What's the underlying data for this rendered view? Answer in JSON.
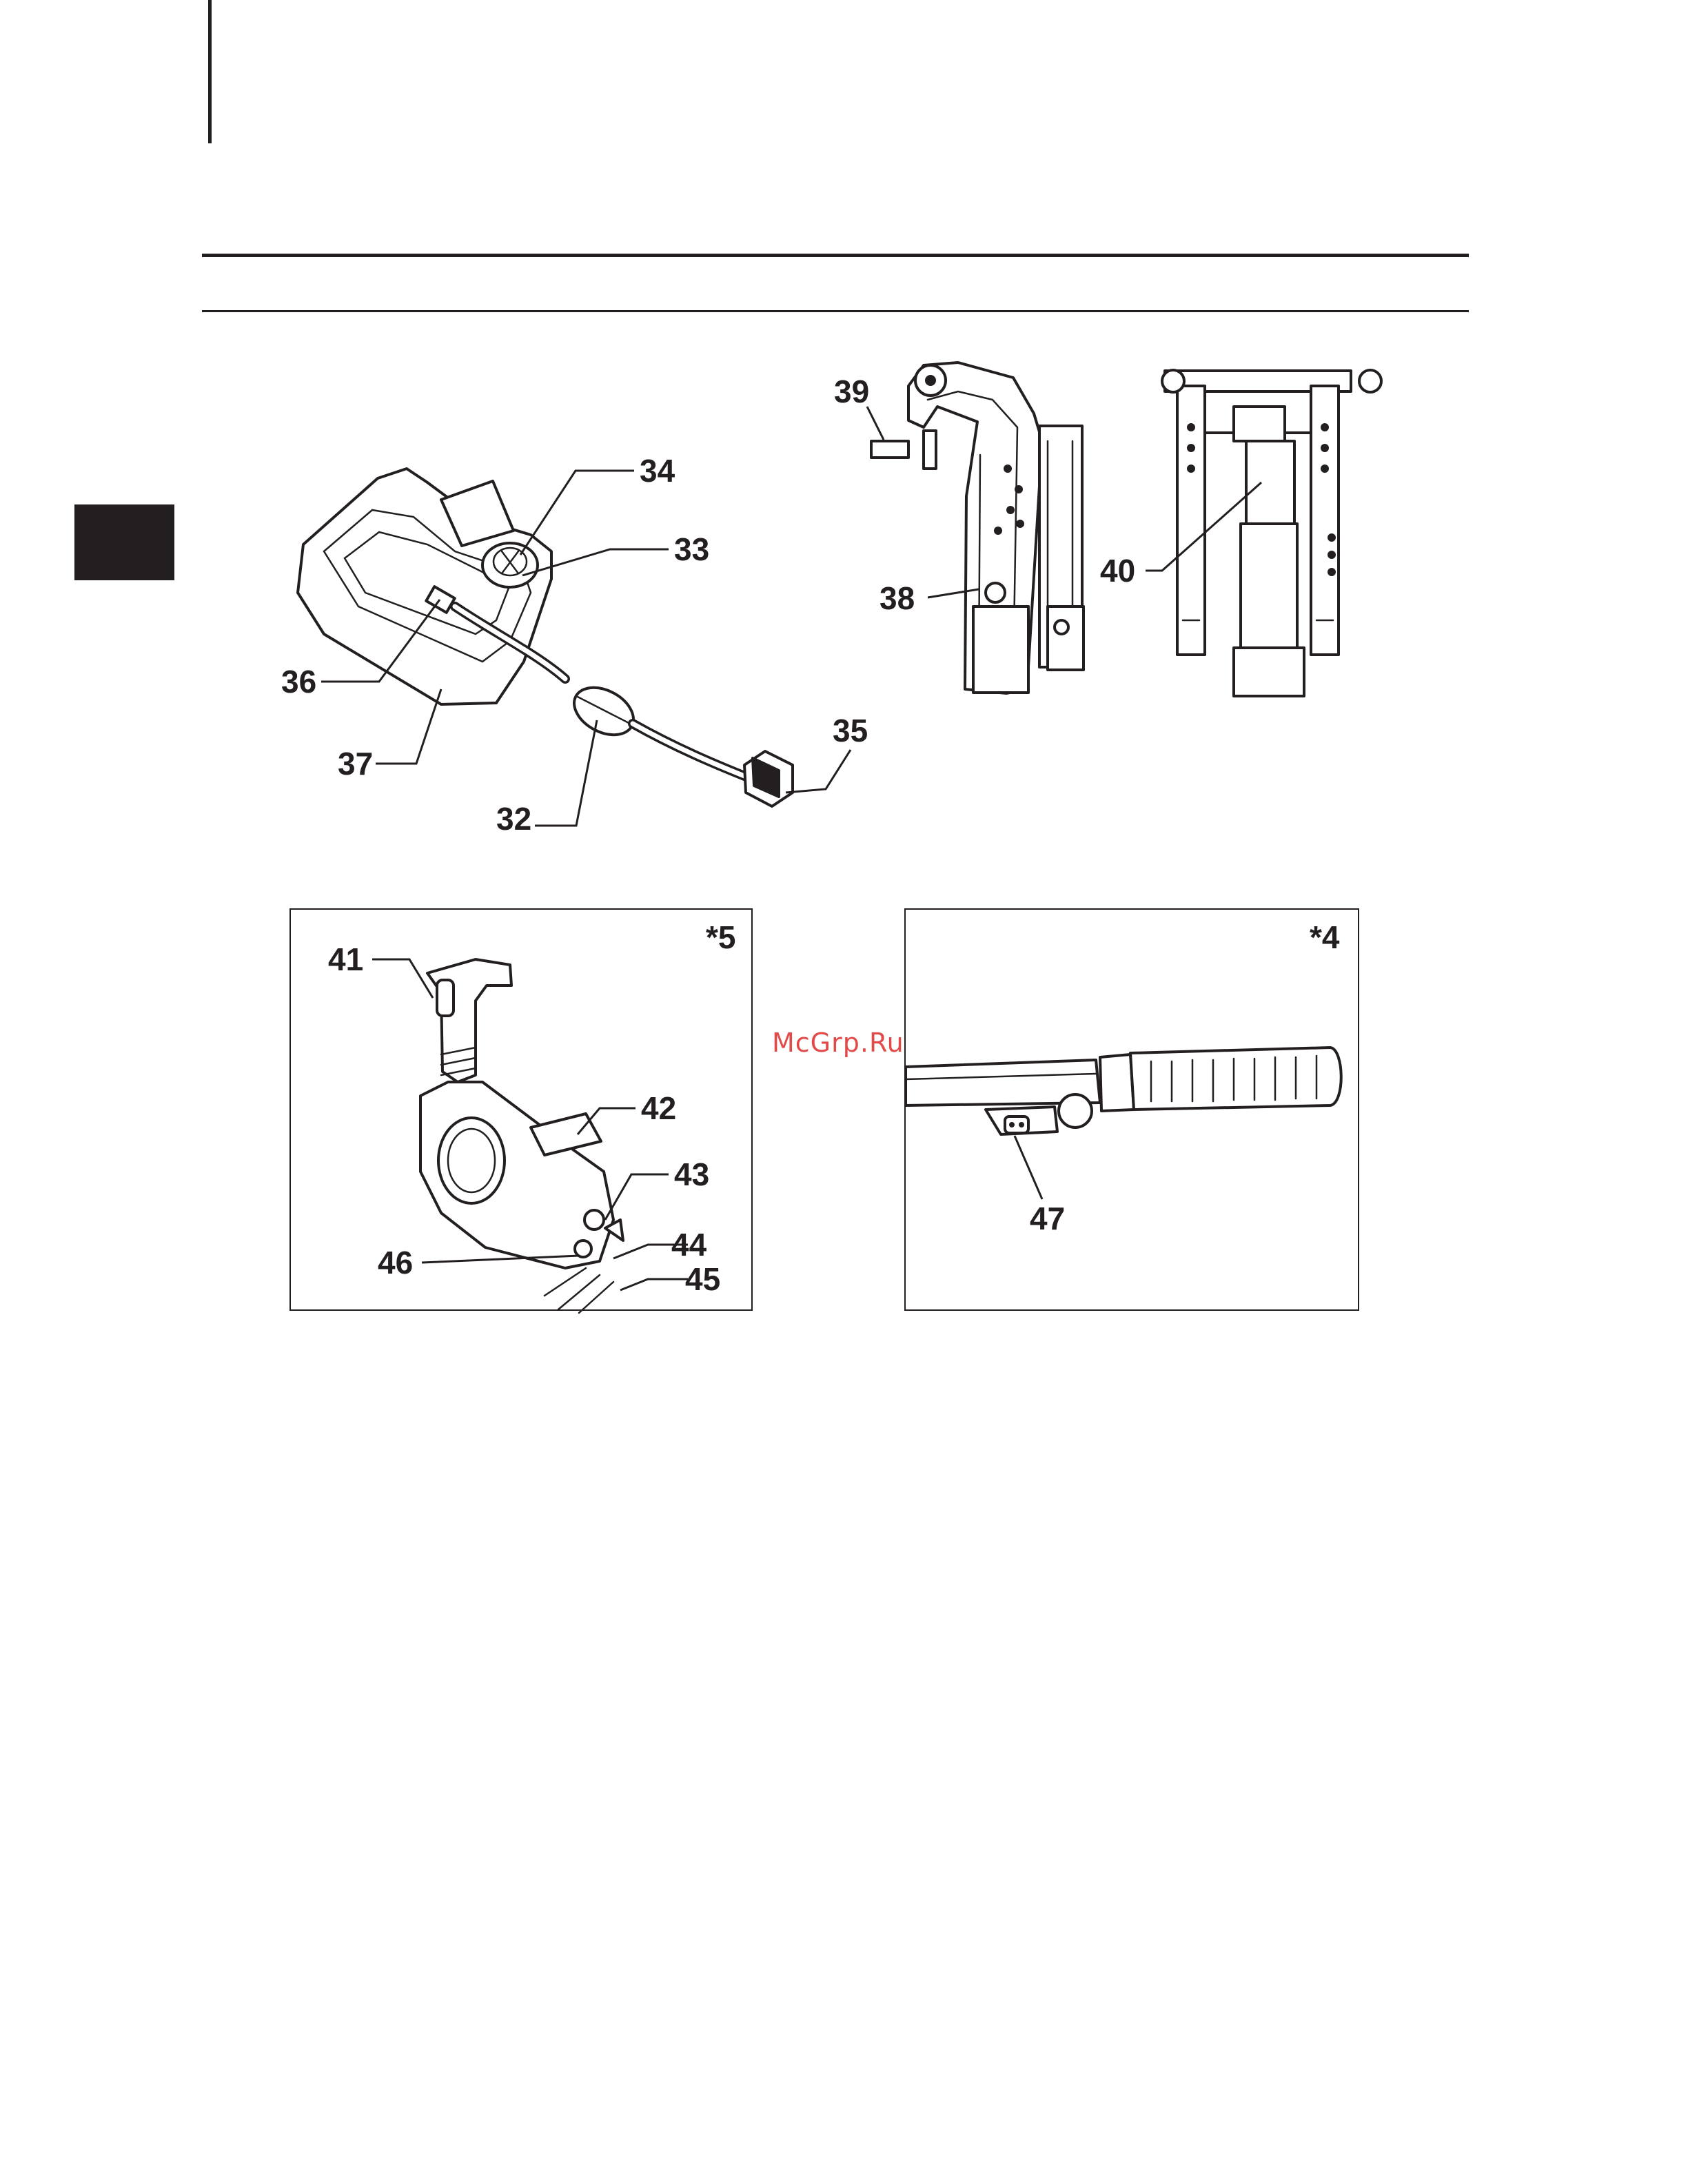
{
  "callouts": {
    "c32": "32",
    "c33": "33",
    "c34": "34",
    "c35": "35",
    "c36": "36",
    "c37": "37",
    "c38": "38",
    "c39": "39",
    "c40": "40",
    "c41": "41",
    "c42": "42",
    "c43": "43",
    "c44": "44",
    "c45": "45",
    "c46": "46",
    "c47": "47"
  },
  "panel_notes": {
    "remote_control": "*5",
    "tiller_handle": "*4"
  },
  "watermark": "McGrp.Ru",
  "colors": {
    "ink": "#231f20",
    "watermark": "#e24a4a",
    "paper": "#ffffff"
  }
}
